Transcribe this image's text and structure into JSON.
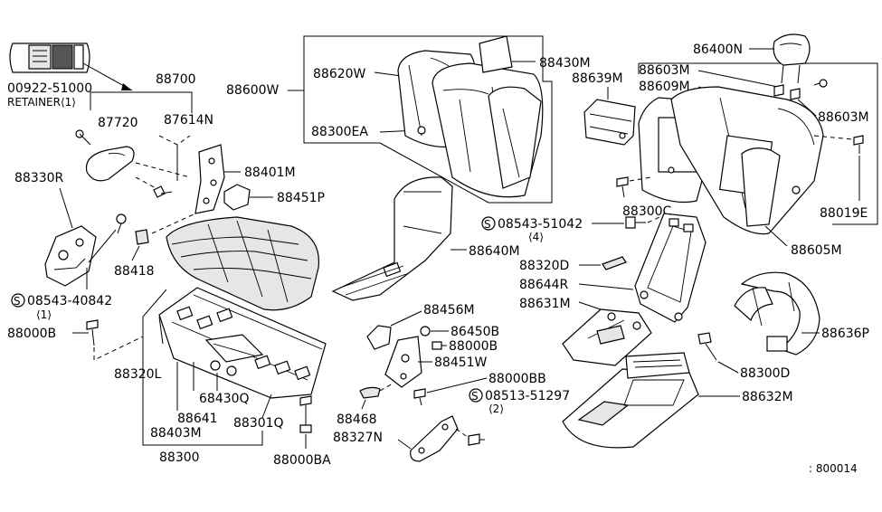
{
  "labels": {
    "p00922_51000": "00922-51000",
    "retainer": "RETAINER⟨1⟩",
    "p88700": "88700",
    "p87720": "87720",
    "p87614N": "87614N",
    "p88330R": "88330R",
    "p88401M": "88401M",
    "p88451P": "88451P",
    "p88418": "88418",
    "s08543_40842": "08543-40842",
    "s08543_40842_qty": "⟨1⟩",
    "p88000B_left": "88000B",
    "p88320L": "88320L",
    "p68430Q": "68430Q",
    "p88641": "88641",
    "p88403M": "88403M",
    "p88301Q": "88301Q",
    "p88300": "88300",
    "p88000BA": "88000BA",
    "p88600W": "88600W",
    "p88620W": "88620W",
    "p88430M": "88430M",
    "p88639M": "88639M",
    "p88300EA": "88300EA",
    "p88640M": "88640M",
    "p88456M": "88456M",
    "p86450B": "86450B",
    "p88000B_mid": "88000B",
    "p88451W": "88451W",
    "p88000BB": "88000BB",
    "p88468": "88468",
    "s08513_51297": "08513-51297",
    "s08513_51297_qty": "⟨2⟩",
    "p88327N": "88327N",
    "p86400N": "86400N",
    "p88603M_a": "88603M",
    "p88609M": "88609M",
    "p88603M_b": "88603M",
    "p88300C": "88300C",
    "p88019E": "88019E",
    "s08543_51042": "08543-51042",
    "s08543_51042_qty": "⟨4⟩",
    "p88605M": "88605M",
    "p88320D": "88320D",
    "p88644R": "88644R",
    "p88631M": "88631M",
    "p88636P": "88636P",
    "p88300D": "88300D",
    "p88632M": "88632M",
    "diagram_code": ": 800014",
    "screw_mark": "S"
  }
}
